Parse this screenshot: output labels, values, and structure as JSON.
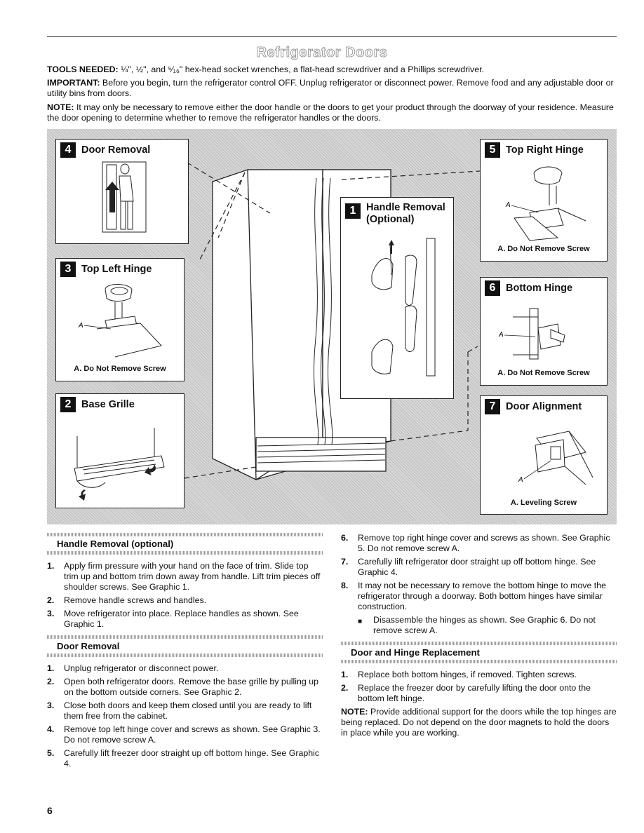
{
  "page_title": "Refrigerator Doors",
  "page_number": "6",
  "intro": {
    "tools_label": "TOOLS NEEDED:",
    "tools_text": " ¼\", ½\", and ⁵⁄₁₆\" hex-head socket wrenches, a flat-head screwdriver and a Phillips screwdriver.",
    "important_label": "IMPORTANT:",
    "important_text": " Before you begin, turn the refrigerator control OFF. Unplug refrigerator or disconnect power. Remove food and any adjustable door or utility bins from doors.",
    "note_label": "NOTE:",
    "note_text": " It may only be necessary to remove either the door handle or the doors to get your product through the doorway of your residence. Measure the door opening to determine whether to remove the refrigerator handles or the doors."
  },
  "panels": {
    "p4": {
      "num": "4",
      "title": "Door Removal"
    },
    "p3": {
      "num": "3",
      "title": "Top Left Hinge",
      "caption": "A. Do Not Remove Screw",
      "marker": "A"
    },
    "p2": {
      "num": "2",
      "title": "Base Grille"
    },
    "p1": {
      "num": "1",
      "title": "Handle Removal (Optional)"
    },
    "p5": {
      "num": "5",
      "title": "Top Right Hinge",
      "caption": "A. Do Not Remove Screw",
      "marker": "A"
    },
    "p6": {
      "num": "6",
      "title": "Bottom Hinge",
      "caption": "A. Do Not Remove Screw",
      "marker": "A"
    },
    "p7": {
      "num": "7",
      "title": "Door Alignment",
      "caption": "A. Leveling Screw",
      "marker": "A"
    }
  },
  "sections": {
    "handle": {
      "heading": "Handle Removal (optional)",
      "items": [
        {
          "n": "1.",
          "t": "Apply firm pressure with your hand on the face of trim. Slide top trim up and bottom trim down away from handle. Lift trim pieces off shoulder screws. See Graphic 1."
        },
        {
          "n": "2.",
          "t": "Remove handle screws and handles."
        },
        {
          "n": "3.",
          "t": "Move refrigerator into place. Replace handles as shown. See Graphic 1."
        }
      ]
    },
    "door": {
      "heading": "Door Removal",
      "items": [
        {
          "n": "1.",
          "t": "Unplug refrigerator or disconnect power."
        },
        {
          "n": "2.",
          "t": "Open both refrigerator doors. Remove the base grille by pulling up on the bottom outside corners. See Graphic 2."
        },
        {
          "n": "3.",
          "t": "Close both doors and keep them closed until you are ready to lift them free from the cabinet."
        },
        {
          "n": "4.",
          "t": "Remove top left hinge cover and screws as shown. See Graphic 3. Do not remove screw A."
        },
        {
          "n": "5.",
          "t": "Carefully lift freezer door straight up off bottom hinge. See Graphic 4."
        }
      ]
    },
    "door_cont": {
      "items": [
        {
          "n": "6.",
          "t": "Remove top right hinge cover and screws as shown. See Graphic 5. Do not remove screw A."
        },
        {
          "n": "7.",
          "t": "Carefully lift refrigerator door straight up off bottom hinge. See Graphic 4."
        },
        {
          "n": "8.",
          "t": "It may not be necessary to remove the bottom hinge to move the refrigerator through a doorway. Both bottom hinges have similar construction."
        }
      ],
      "bullet": "Disassemble the hinges as shown. See Graphic 6. Do not remove screw A."
    },
    "replace": {
      "heading": "Door and Hinge Replacement",
      "items": [
        {
          "n": "1.",
          "t": "Replace both bottom hinges, if removed. Tighten screws."
        },
        {
          "n": "2.",
          "t": "Replace the freezer door by carefully lifting the door onto the bottom left hinge."
        }
      ],
      "note_label": "NOTE:",
      "note_text": " Provide additional support for the doors while the top hinges are being replaced. Do not depend on the door magnets to hold the doors in place while you are working."
    }
  }
}
